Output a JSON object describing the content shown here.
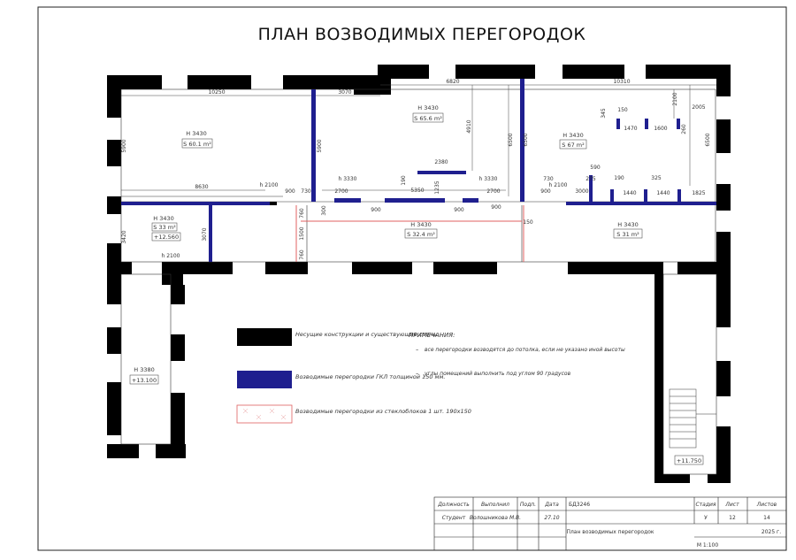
{
  "sheet_title": "ПЛАН ВОЗВОДИМЫХ ПЕРЕГОРОДОК",
  "colors": {
    "bearing_walls": "#000000",
    "drywall_partitions": "#1f1f8f",
    "glass_block": "#e06060",
    "line": "#333333"
  },
  "rooms": [
    {
      "height": "H 3430",
      "area": "S 60.1 m²"
    },
    {
      "height": "H 3430",
      "area": "S 65.6 m²"
    },
    {
      "height": "H 3430",
      "area": "S 67 m²"
    },
    {
      "height": "H 3430",
      "area": "S 33 m²",
      "level": "+12.560"
    },
    {
      "height": "H 3430",
      "area": "S 32.4 m²"
    },
    {
      "height": "H 3430",
      "area": "S 31 m²"
    },
    {
      "height": "H 3380",
      "level": "+13.100"
    },
    {
      "level": "+11.750"
    }
  ],
  "dimensions": {
    "top": [
      "10250",
      "3070",
      "6820",
      "10310"
    ],
    "left": [
      "5900",
      "3420",
      "3070"
    ],
    "room1_mid": "8630",
    "room2": [
      "5900",
      "4910",
      "2380",
      "190",
      "1235",
      "5350",
      "6500"
    ],
    "room3": [
      "345",
      "150",
      "1470",
      "1600",
      "2100",
      "260",
      "2005",
      "6500"
    ],
    "corridor": [
      "900",
      "730",
      "2700",
      "300",
      "900",
      "900",
      "2700",
      "900",
      "730",
      "3000",
      "760",
      "1500",
      "760",
      "150"
    ],
    "room6": [
      "590",
      "275",
      "190",
      "325",
      "1440",
      "1440",
      "1825"
    ],
    "door_heights": [
      "h 2100",
      "h 3330",
      "h 3330",
      "h 2100",
      "h 2100"
    ]
  },
  "legend": [
    {
      "label": "Несущие конструкции и существующие стены"
    },
    {
      "label": "Возводимые перегородки ГКЛ толщиной 150 мм."
    },
    {
      "label": "Возводимые перегородки из стеклоблоков 1 шт. 190х150"
    }
  ],
  "notes": {
    "heading": "ПРИМЕЧАНИЯ:",
    "items": [
      "все перегородки возводятся до потолка, если не указано иной высоты",
      "углы помещений выполнить под углом 90 градусов"
    ]
  },
  "title_block": {
    "headers": [
      "Должность",
      "Выполнил",
      "Подп.",
      "Дата"
    ],
    "row": [
      "Студент",
      "Волошникова М.В.",
      "",
      "27.10"
    ],
    "code": "БД3246",
    "stage_headers": [
      "Стадия",
      "Лист",
      "Листов"
    ],
    "stage_values": [
      "У",
      "12",
      "14"
    ],
    "drawing_name": "План возводимых перегородок",
    "year": "2025 г.",
    "scale": "М 1:100"
  }
}
